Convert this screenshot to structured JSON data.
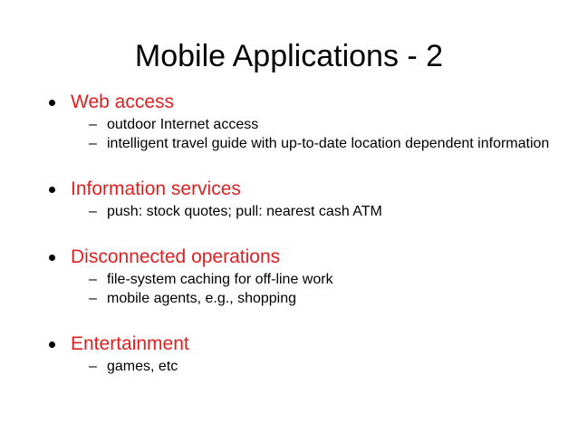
{
  "slide": {
    "title": "Mobile Applications - 2",
    "accent_color": "#e02020",
    "sections": [
      {
        "heading": "Web access",
        "items": [
          "outdoor Internet access",
          "intelligent travel guide with up-to-date location dependent information"
        ]
      },
      {
        "heading": "Information services",
        "items": [
          "push: stock quotes; pull: nearest cash ATM"
        ]
      },
      {
        "heading": "Disconnected operations",
        "items": [
          "file-system caching for off-line work",
          "mobile agents, e.g., shopping"
        ]
      },
      {
        "heading": "Entertainment",
        "items": [
          "games, etc"
        ]
      }
    ]
  }
}
